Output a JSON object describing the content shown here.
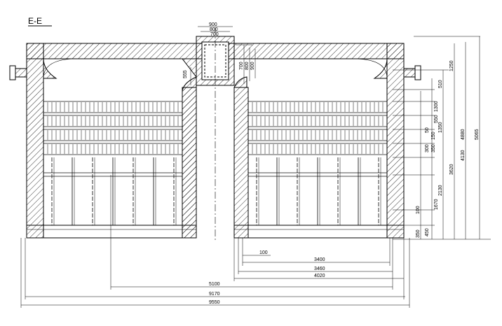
{
  "drawing": {
    "section_title": "E-E",
    "dims_top": [
      "900",
      "800",
      "700"
    ],
    "dims_flue": [
      "700",
      "800",
      "900"
    ],
    "dim_555": "555",
    "dims_right": [
      "1250",
      "510",
      "1300",
      "550",
      "50",
      "1350",
      "150",
      "300",
      "350",
      "3620",
      "4130",
      "4880",
      "5065",
      "2130",
      "1670",
      "350",
      "450",
      "100"
    ],
    "dims_bottom": [
      "100",
      "3400",
      "3460",
      "4020",
      "5100",
      "9170",
      "9550"
    ]
  }
}
